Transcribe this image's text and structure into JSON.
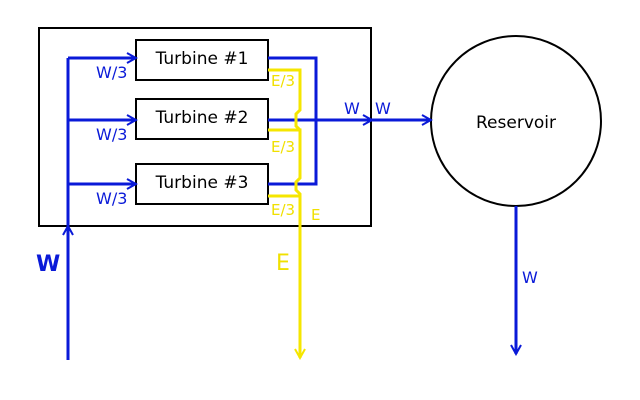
{
  "colors": {
    "water": "#0a1ad8",
    "energy": "#f5e600",
    "outline": "#000000"
  },
  "turbines": [
    {
      "label": "Turbine #1",
      "water_in": "W/3",
      "energy_out": "E/3"
    },
    {
      "label": "Turbine #2",
      "water_in": "W/3",
      "energy_out": "E/3"
    },
    {
      "label": "Turbine #3",
      "water_in": "W/3",
      "energy_out": "E/3"
    }
  ],
  "inflow_label": "W",
  "combined_water_label": "W",
  "reservoir_in_label": "W",
  "reservoir": {
    "label": "Reservoir"
  },
  "reservoir_out_label": "W",
  "energy_sum_label": "E",
  "energy_out_label": "E"
}
